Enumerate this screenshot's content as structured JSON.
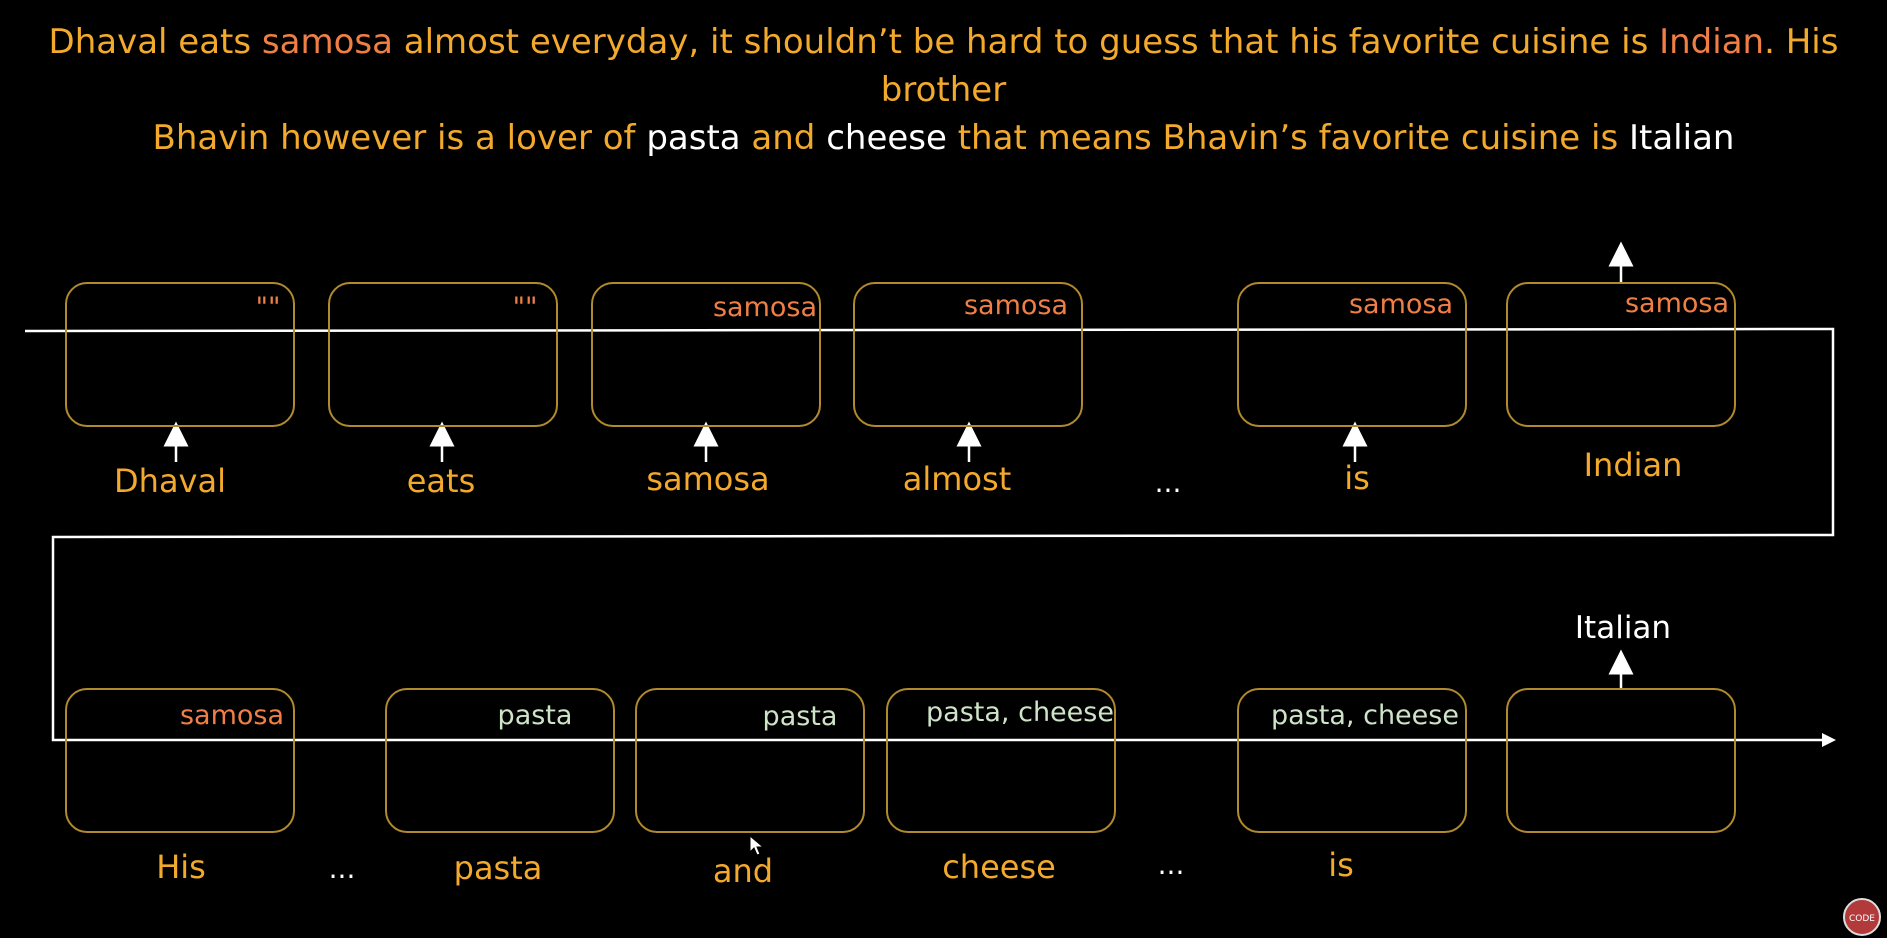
{
  "headline": {
    "line1": [
      {
        "text": "Dhaval eats ",
        "tone": "base"
      },
      {
        "text": "samosa",
        "tone": "orange"
      },
      {
        "text": " almost everyday, it shouldn’t be hard to guess that his favorite cuisine is ",
        "tone": "base"
      },
      {
        "text": "Indian",
        "tone": "orange"
      },
      {
        "text": ". His brother",
        "tone": "base"
      }
    ],
    "line2": [
      {
        "text": "Bhavin however is a lover of ",
        "tone": "base"
      },
      {
        "text": "pasta",
        "tone": "white"
      },
      {
        "text": " and ",
        "tone": "base"
      },
      {
        "text": "cheese",
        "tone": "white"
      },
      {
        "text": " that means Bhavin’s favorite cuisine is ",
        "tone": "base"
      },
      {
        "text": "Italian",
        "tone": "white"
      }
    ]
  },
  "row1": {
    "cells": [
      {
        "state": "\"\"",
        "state_tone": "orange",
        "word": "Dhaval"
      },
      {
        "state": "\"\"",
        "state_tone": "orange",
        "word": "eats"
      },
      {
        "state": "samosa",
        "state_tone": "orange",
        "word": "samosa"
      },
      {
        "state": "samosa",
        "state_tone": "orange",
        "word": "almost"
      },
      {
        "state": "samosa",
        "state_tone": "orange",
        "word": "is"
      },
      {
        "state": "samosa",
        "state_tone": "orange",
        "word": "Indian"
      }
    ],
    "ellipsis": "..."
  },
  "row2": {
    "cells": [
      {
        "state": "samosa",
        "state_tone": "orange",
        "word": "His"
      },
      {
        "state": "pasta",
        "state_tone": "green",
        "word": "pasta"
      },
      {
        "state": "pasta",
        "state_tone": "green",
        "word": "and"
      },
      {
        "state": "pasta, cheese",
        "state_tone": "green",
        "word": "cheese"
      },
      {
        "state": "pasta, cheese",
        "state_tone": "green",
        "word": "is"
      },
      {
        "state": "",
        "state_tone": "green",
        "word": ""
      }
    ],
    "ellipsis_1": "...",
    "ellipsis_2": "...",
    "output": "Italian"
  },
  "colors": {
    "background": "#000000",
    "headline": "#f2a92c",
    "highlight_orange": "#f07f45",
    "highlight_white": "#ffffff",
    "cell_border": "#b08a2c",
    "state_green": "#cfe3c8",
    "flow_line": "#ffffff"
  },
  "logo": {
    "text": "CODE"
  }
}
